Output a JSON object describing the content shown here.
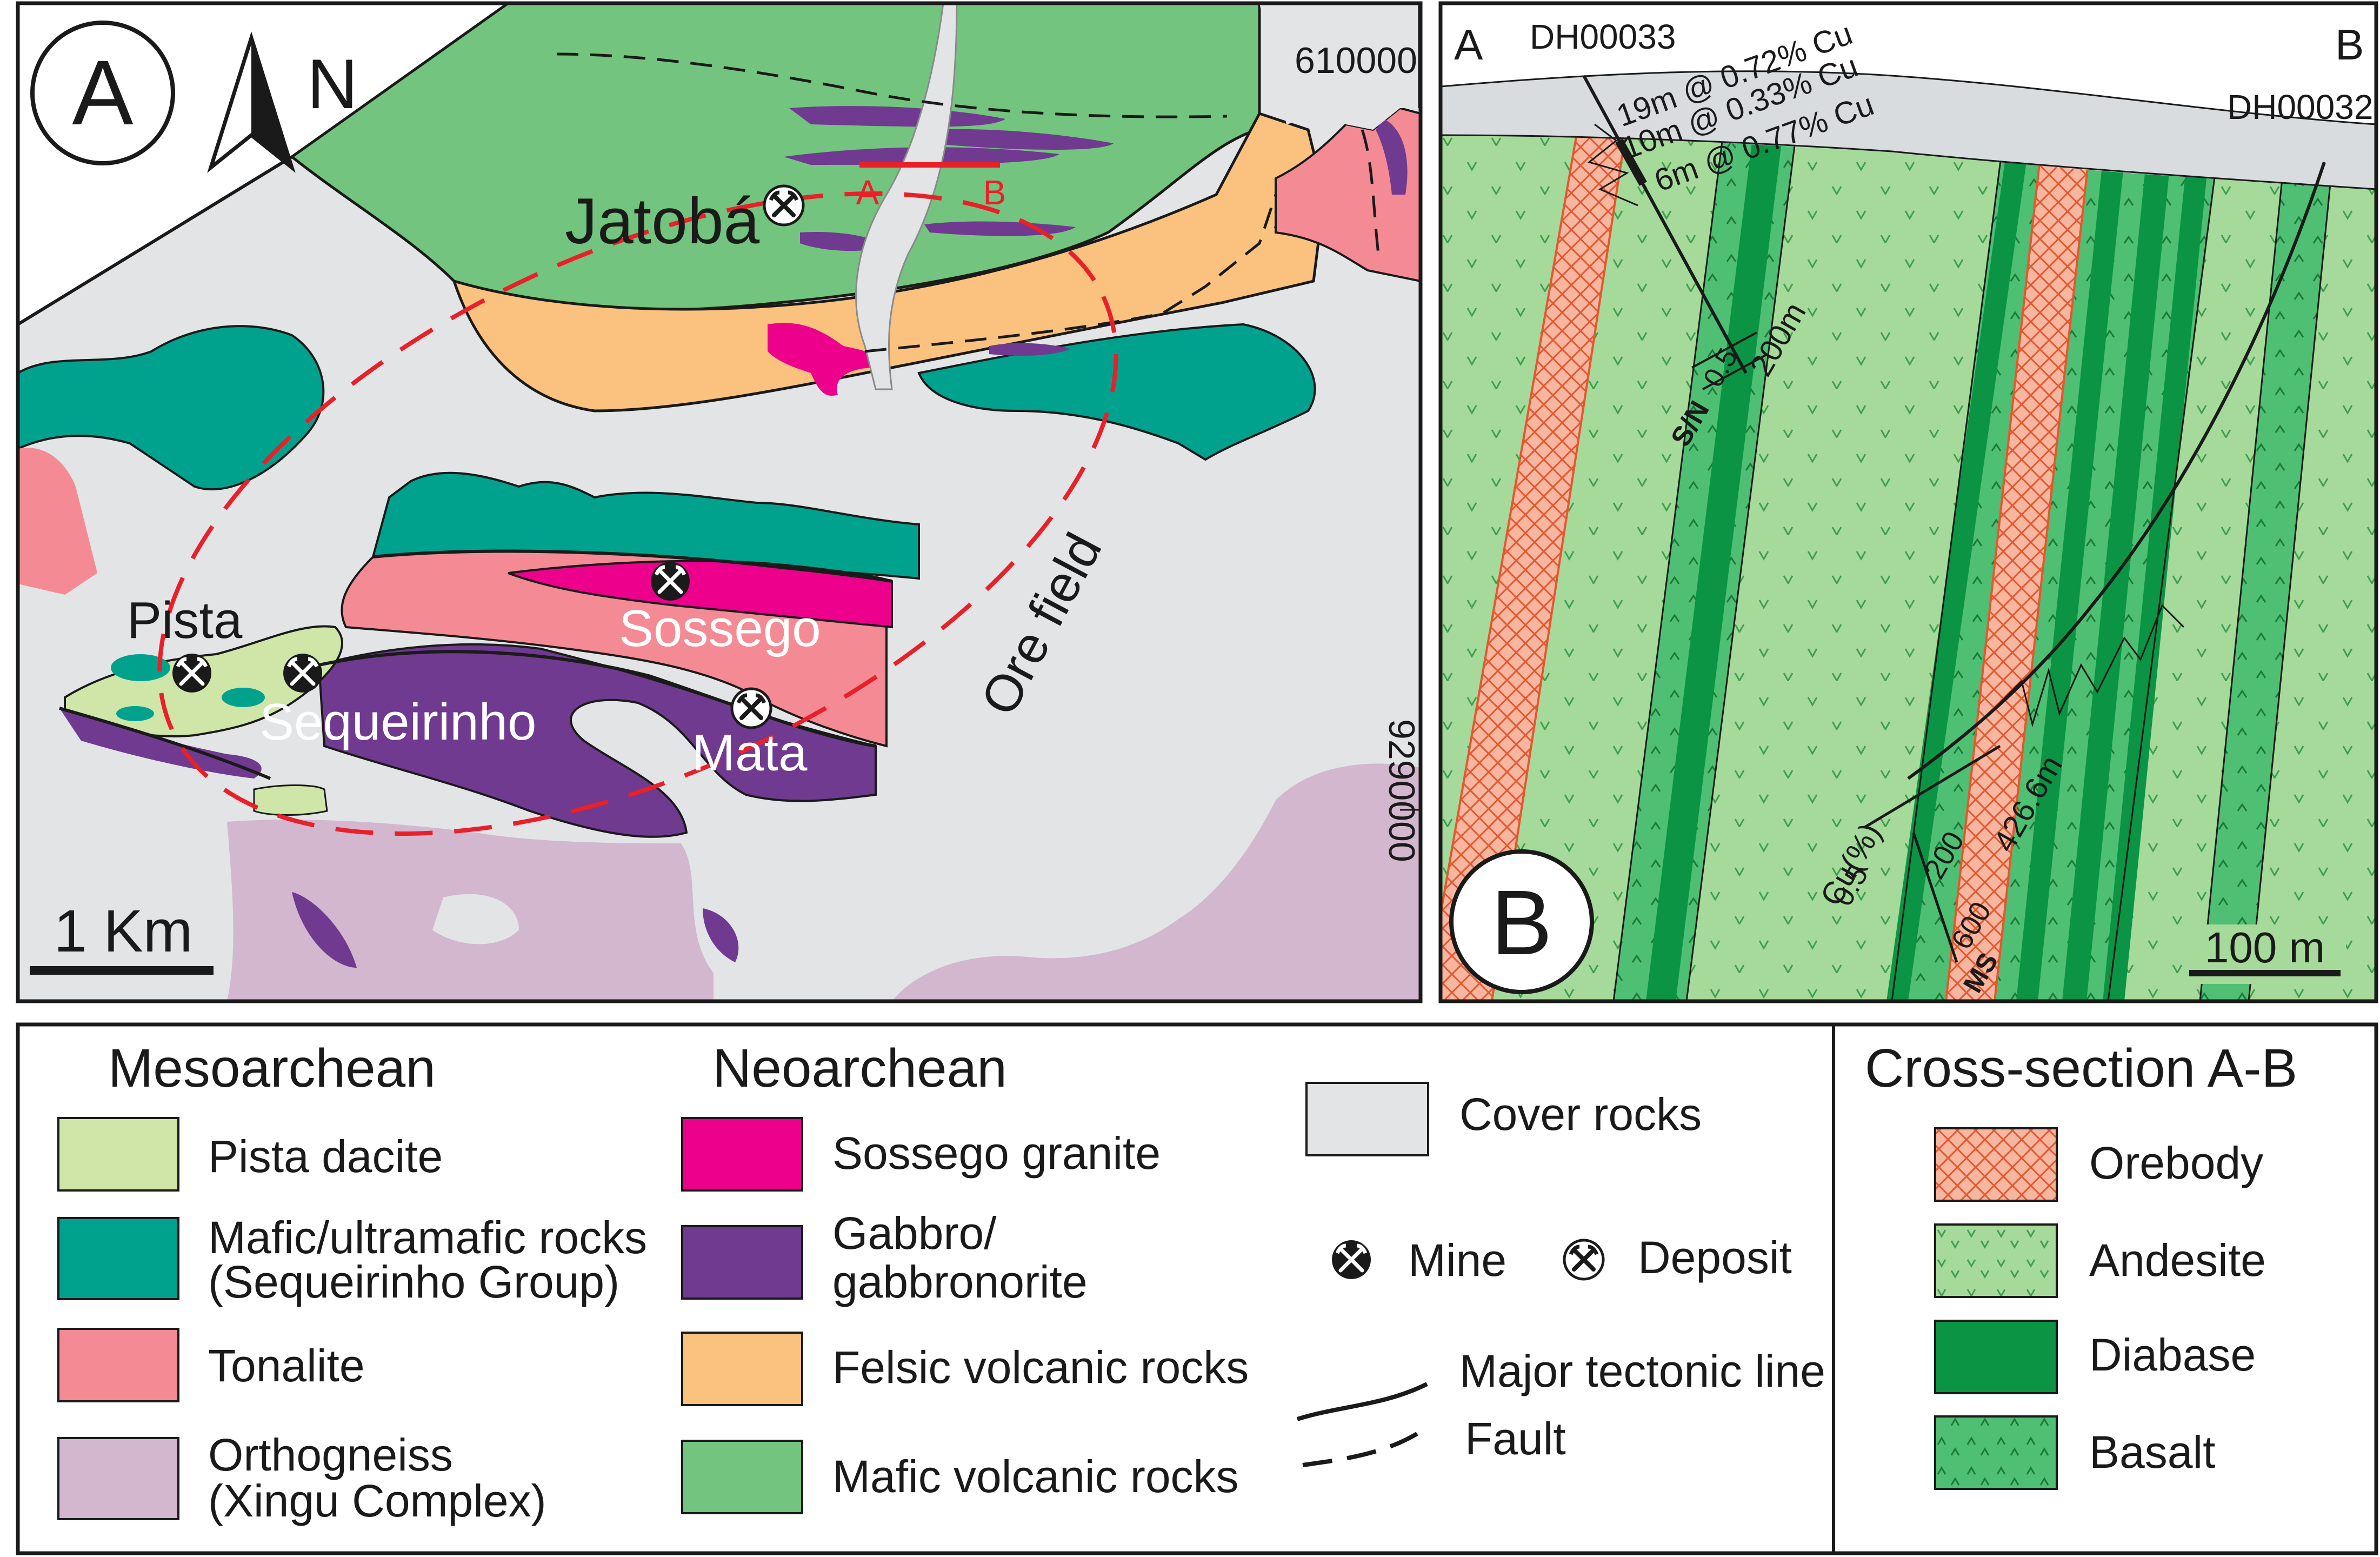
{
  "panel_a": {
    "label": "A",
    "north_label": "N",
    "coord_top": "610000",
    "coord_right": "9290000",
    "scale_label": "1 Km",
    "ore_field_label": "Ore field",
    "section_line_a": "A",
    "section_line_b": "B",
    "places": {
      "jatoba": "Jatobá",
      "pista": "Pista",
      "sequeirinho": "Sequeirinho",
      "sossego": "Sossego",
      "mata": "Mata"
    }
  },
  "panel_b": {
    "label": "B",
    "corner_a": "A",
    "corner_b": "B",
    "drillhole_1": "DH00033",
    "drillhole_2": "DH00032",
    "intercepts": [
      "19m @ 0.72% Cu",
      "10m @ 0.33% Cu",
      "6m @ 0.77% Cu"
    ],
    "depth_200": "200m",
    "depth_426": "426.6m",
    "cu_axis": "Cu(%)",
    "cu_tick": "0.5",
    "cu_tick_small": "0.5",
    "tick_200": "200",
    "tick_600": "600",
    "sn_label": "S/N",
    "ms_label": "MS",
    "scale_label": "100 m"
  },
  "legend": {
    "meso_title": "Mesoarchean",
    "neo_title": "Neoarchean",
    "cross_title": "Cross-section A-B",
    "meso_items": [
      {
        "label": "Pista dacite",
        "color": "#cfe6a8"
      },
      {
        "label": "Mafic/ultramafic rocks",
        "label2": "(Sequeirinho Group)",
        "color": "#00a28e"
      },
      {
        "label": "Tonalite",
        "color": "#f48b94"
      },
      {
        "label": "Orthogneiss",
        "label2": "(Xingu Complex)",
        "color": "#d2b7cf"
      }
    ],
    "neo_items": [
      {
        "label": "Sossego granite",
        "color": "#ec008c"
      },
      {
        "label": "Gabbro/",
        "label2": "gabbronorite",
        "color": "#6f3a8f"
      },
      {
        "label": "Felsic volcanic rocks",
        "color": "#fbc27f"
      },
      {
        "label": "Mafic volcanic rocks",
        "color": "#73c47e"
      }
    ],
    "cover": {
      "label": "Cover rocks",
      "color": "#e2e4e6"
    },
    "mine_label": "Mine",
    "deposit_label": "Deposit",
    "tectonic_label": "Major tectonic line",
    "fault_label": "Fault",
    "cross_items": [
      {
        "label": "Orebody",
        "color": "#f7b6a0"
      },
      {
        "label": "Andesite",
        "color": "#a6da9a"
      },
      {
        "label": "Diabase",
        "color": "#0a9444"
      },
      {
        "label": "Basalt",
        "color": "#4fbf73"
      }
    ]
  }
}
